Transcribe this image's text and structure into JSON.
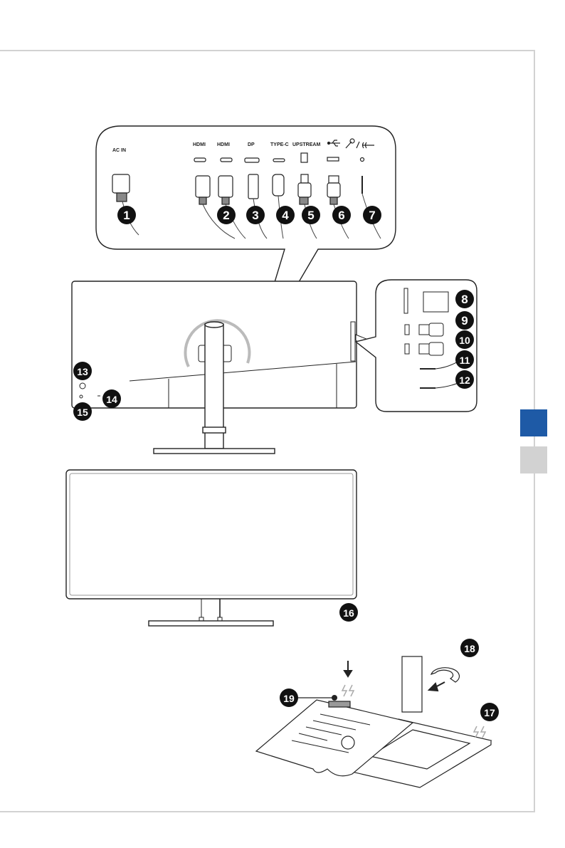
{
  "page": {
    "side_tabs": [
      {
        "name": "active-tab",
        "color": "#1e5aa6",
        "state": "active"
      },
      {
        "name": "inactive-tab",
        "color": "#d2d2d2",
        "state": "inactive"
      }
    ]
  },
  "rear_ports_callout": {
    "labels": {
      "ac_in": "AC IN",
      "hdmi1": "HDMI",
      "hdmi2": "HDMI",
      "dp": "DP",
      "typec": "TYPE-C",
      "upstream": "UPSTREAM",
      "usb": "usb-icon",
      "audio": "mic-headset-icon"
    },
    "badges": [
      "1",
      "2",
      "3",
      "4",
      "5",
      "6",
      "7"
    ]
  },
  "side_ports_callout": {
    "badges": [
      "8",
      "9",
      "10",
      "11",
      "12"
    ],
    "icons": [
      "sd-card-slot",
      "usb-icon",
      "usb-charge-icon",
      "mic-icon",
      "headphone-icon"
    ]
  },
  "rear_view": {
    "badges": [
      "13",
      "14",
      "15"
    ]
  },
  "front_view": {
    "badges": [
      "16"
    ]
  },
  "base_view": {
    "badges": [
      "17",
      "18",
      "19"
    ]
  }
}
